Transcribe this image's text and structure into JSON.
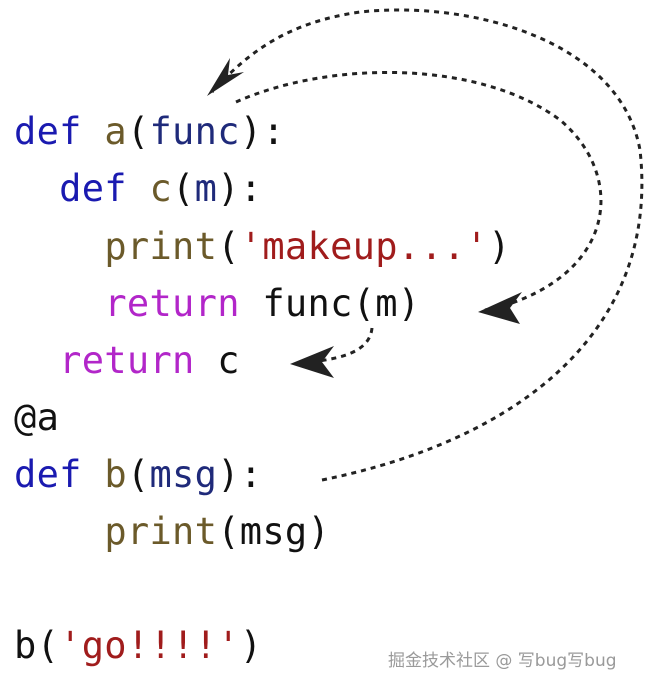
{
  "code": {
    "lines": [
      {
        "id": "l1",
        "tokens": [
          {
            "text": "def",
            "cls": "kw"
          },
          {
            "text": " ",
            "cls": "plain"
          },
          {
            "text": "a",
            "cls": "fn"
          },
          {
            "text": "(",
            "cls": "plain"
          },
          {
            "text": "func",
            "cls": "var"
          },
          {
            "text": "):",
            "cls": "plain"
          }
        ]
      },
      {
        "id": "l2",
        "tokens": [
          {
            "text": "  ",
            "cls": "plain"
          },
          {
            "text": "def",
            "cls": "kw"
          },
          {
            "text": " ",
            "cls": "plain"
          },
          {
            "text": "c",
            "cls": "fn"
          },
          {
            "text": "(",
            "cls": "plain"
          },
          {
            "text": "m",
            "cls": "var"
          },
          {
            "text": "):",
            "cls": "plain"
          }
        ]
      },
      {
        "id": "l3",
        "tokens": [
          {
            "text": "    ",
            "cls": "plain"
          },
          {
            "text": "print",
            "cls": "fn"
          },
          {
            "text": "(",
            "cls": "plain"
          },
          {
            "text": "'makeup...'",
            "cls": "str"
          },
          {
            "text": ")",
            "cls": "plain"
          }
        ]
      },
      {
        "id": "l4",
        "tokens": [
          {
            "text": "    ",
            "cls": "plain"
          },
          {
            "text": "return",
            "cls": "ret"
          },
          {
            "text": " func(m)",
            "cls": "plain"
          }
        ]
      },
      {
        "id": "l5",
        "tokens": [
          {
            "text": "  ",
            "cls": "plain"
          },
          {
            "text": "return",
            "cls": "ret"
          },
          {
            "text": " c",
            "cls": "plain"
          }
        ]
      },
      {
        "id": "l6",
        "tokens": [
          {
            "text": "@a",
            "cls": "plain"
          }
        ]
      },
      {
        "id": "l7",
        "tokens": [
          {
            "text": "def",
            "cls": "kw"
          },
          {
            "text": " ",
            "cls": "plain"
          },
          {
            "text": "b",
            "cls": "fn"
          },
          {
            "text": "(",
            "cls": "plain"
          },
          {
            "text": "msg",
            "cls": "var"
          },
          {
            "text": "):",
            "cls": "plain"
          }
        ]
      },
      {
        "id": "l8",
        "tokens": [
          {
            "text": "    ",
            "cls": "plain"
          },
          {
            "text": "print",
            "cls": "fn"
          },
          {
            "text": "(msg)",
            "cls": "plain"
          }
        ]
      },
      {
        "id": "l9",
        "tokens": [
          {
            "text": "",
            "cls": "plain"
          }
        ]
      },
      {
        "id": "l10",
        "tokens": [
          {
            "text": "b(",
            "cls": "plain"
          },
          {
            "text": "'go!!!!'",
            "cls": "str"
          },
          {
            "text": ")",
            "cls": "plain"
          }
        ]
      }
    ]
  },
  "colors": {
    "keyword": "#1a1ab0",
    "function": "#6b5a2a",
    "variable": "#1f2a7a",
    "string": "#a01c1c",
    "return": "#b226c9",
    "arrow": "#222222"
  },
  "watermark": {
    "text": "掘金技术社区 @ 写bug写bug"
  }
}
